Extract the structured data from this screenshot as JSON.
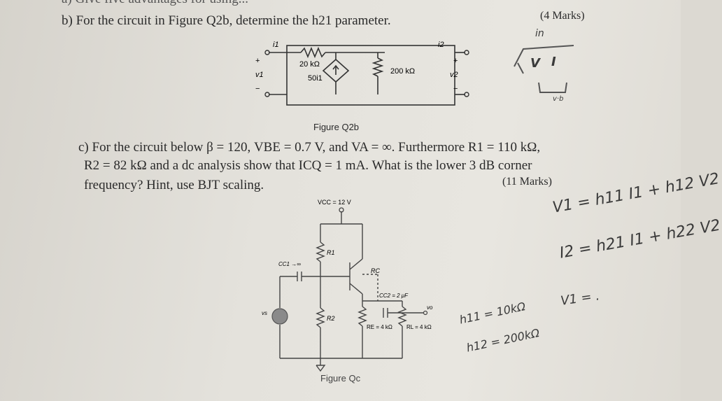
{
  "top_cut_text": "a) Give five advantages for using...",
  "question_b": {
    "text": "b) For the circuit in Figure Q2b, determine the h21 parameter.",
    "marks": "(4 Marks)"
  },
  "figure_q2b": {
    "caption": "Figure Q2b",
    "i1_label": "i1",
    "i2_label": "i2",
    "v1_label": "v1",
    "v2_label": "v2",
    "plus": "+",
    "minus": "−",
    "r_top": "20 kΩ",
    "source": "50i1",
    "r_right": "200 kΩ"
  },
  "question_c": {
    "line1": "c) For the circuit below β = 120, VBE = 0.7 V, and VA = ∞. Furthermore  R1 = 110 kΩ,",
    "line2": "R2 = 82 kΩ and a dc analysis show that ICQ = 1 mA. What is the lower 3 dB corner",
    "line3": "frequency? Hint, use BJT scaling.",
    "marks": "(11 Marks)"
  },
  "figure_qc": {
    "caption": "Figure Qc",
    "vcc": "VCC = 12 V",
    "r1": "R1",
    "r2": "R2",
    "rc": "RC",
    "re": "RE = 4 kΩ",
    "rl": "RL = 4 kΩ",
    "cc1": "CC1 →∞",
    "cc2": "CC2 = 2 μF",
    "vs": "vs",
    "vo": "vo"
  },
  "handwriting": {
    "note_top": "in",
    "note_v": "V",
    "note_i": "I",
    "note_small": "v·b",
    "eq1": "V1 = h11 I1 + h12 V2",
    "eq2": "I2 = h21 I1 + h22 V2",
    "h11": "h11 = 10kΩ",
    "h12": "h12 = 200kΩ",
    "v1": "V1 = ."
  }
}
